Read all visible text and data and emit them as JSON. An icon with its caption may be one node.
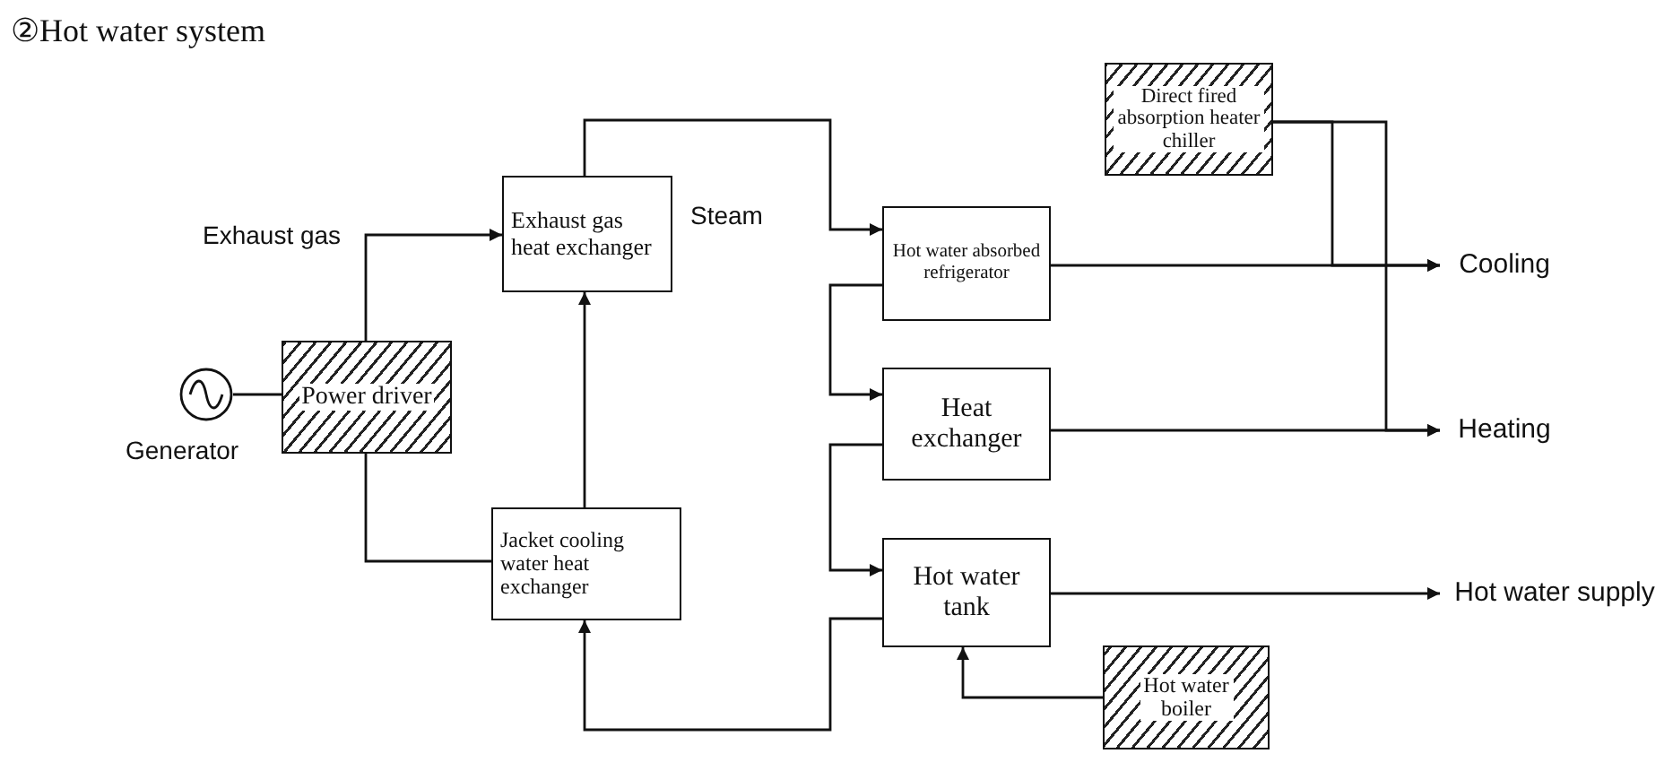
{
  "diagram": {
    "title": "②Hot water system",
    "nodes": [
      {
        "text": [],
        "shape": "circle",
        "beside": [
          "Generator"
        ]
      },
      {
        "text": [
          "Power driver"
        ]
      },
      {
        "text": [
          "Exhaust gas heat exchanger"
        ]
      },
      {
        "text": [
          "Jacket cooling water heat exchanger"
        ]
      },
      {
        "text": [
          "Hot water absorbed refrigerator"
        ]
      },
      {
        "text": [
          "Heat exchanger"
        ]
      },
      {
        "text": [
          "Hot water tank"
        ]
      },
      {
        "text": [
          "Direct fired absorption heater chiller"
        ]
      },
      {
        "text": [
          "Hot water boiler"
        ]
      },
      {
        "text": [
          "Cooling"
        ]
      },
      {
        "text": [
          "Heating"
        ]
      },
      {
        "text": [
          "Hot water supply"
        ]
      }
    ],
    "edges": [
      {
        "from": 0,
        "to": 1,
        "arrow": "none"
      },
      {
        "from": 1,
        "to": 2,
        "arrow": "to",
        "label": "Exhaust gas"
      },
      {
        "from": 1,
        "to": 3,
        "arrow": "none"
      },
      {
        "from": 3,
        "to": 2,
        "arrow": "to"
      },
      {
        "from": 2,
        "to": 4,
        "arrow": "to",
        "label": "Steam"
      },
      {
        "from": 4,
        "to": 5,
        "arrow": "to"
      },
      {
        "from": 5,
        "to": 6,
        "arrow": "to"
      },
      {
        "from": 6,
        "to": 3,
        "arrow": "to"
      },
      {
        "from": 4,
        "to": 9,
        "arrow": "to"
      },
      {
        "from": 5,
        "to": 10,
        "arrow": "to"
      },
      {
        "from": 6,
        "to": 11,
        "arrow": "to"
      },
      {
        "from": 7,
        "to": 9,
        "arrow": "to"
      },
      {
        "from": 7,
        "to": 10,
        "arrow": "to"
      },
      {
        "from": 8,
        "to": 6,
        "arrow": "to"
      }
    ]
  }
}
